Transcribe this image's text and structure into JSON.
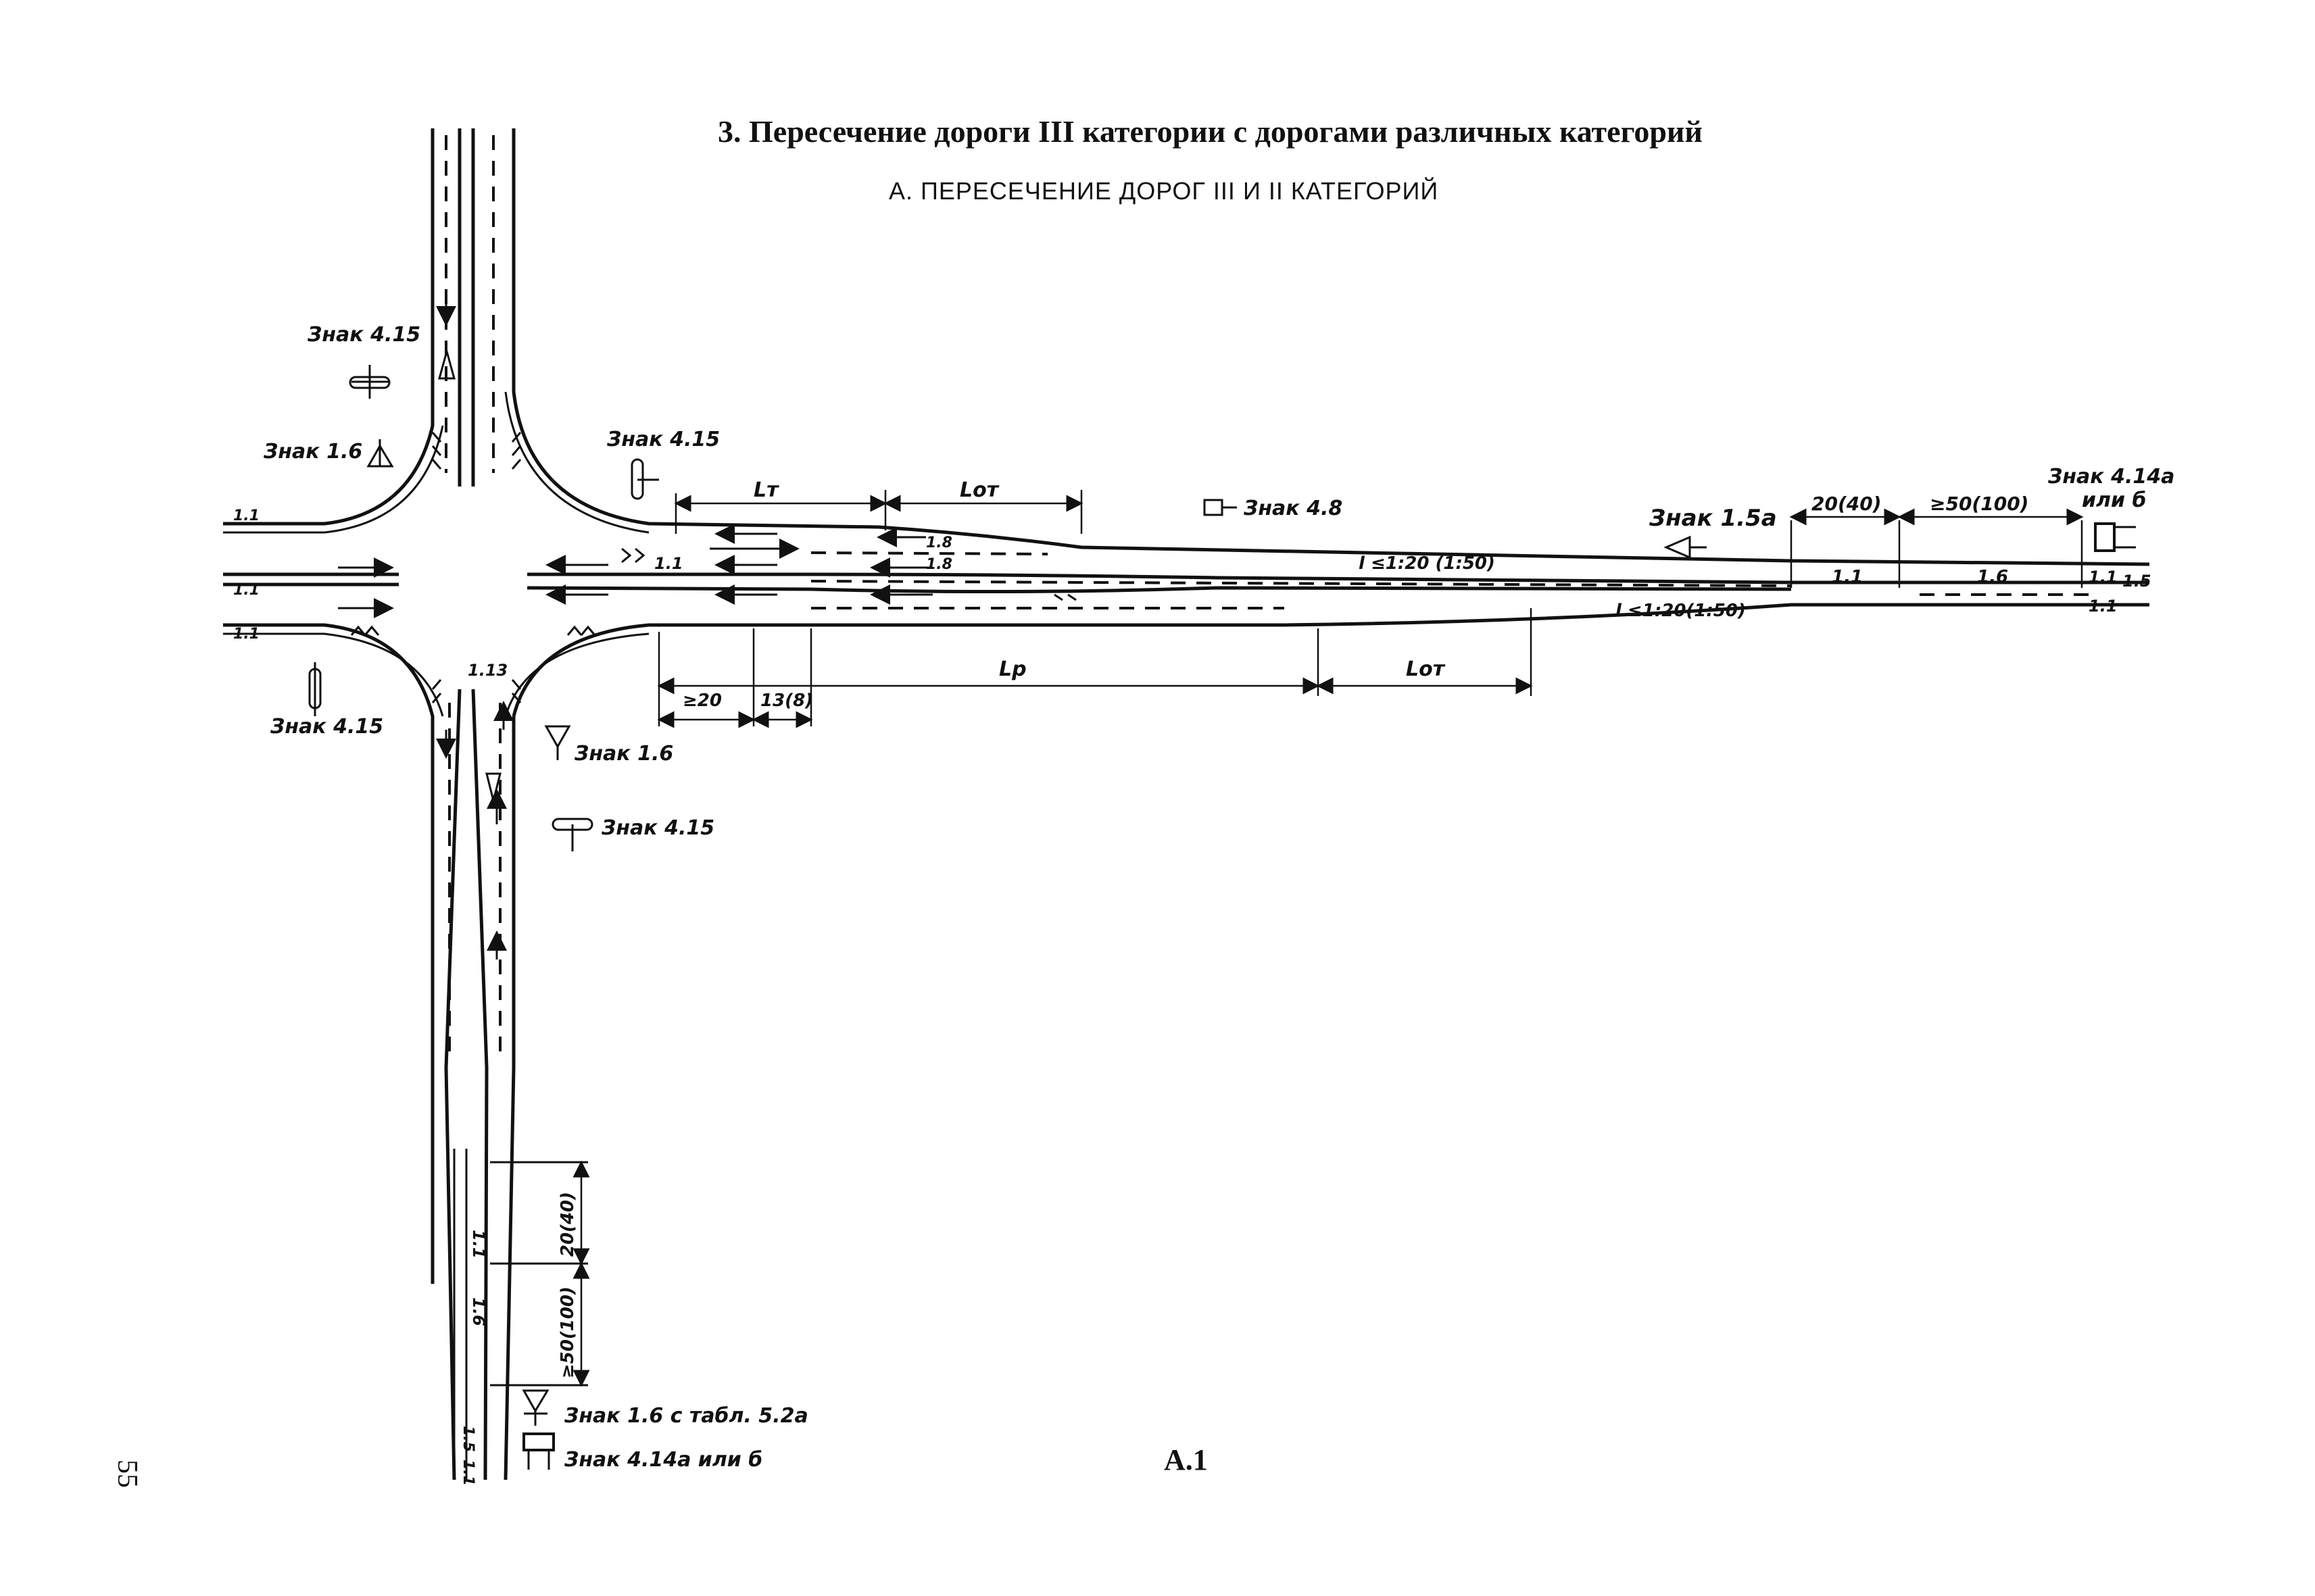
{
  "title": "3. Пересечение дороги III  категории с дорогами различных категорий",
  "subtitle": "А. ПЕРЕСЕЧЕНИЕ ДОРОГ III И II КАТЕГОРИЙ",
  "figure_label": "А.1",
  "page_number": "55",
  "signs": {
    "s415_top": "Знак 4.15",
    "s16_top": "Знак 1.6",
    "s415_right": "Знак 4.15",
    "s48": "Знак 4.8",
    "s15a": "Знак 1.5а",
    "s414_line1": "Знак 4.14а",
    "s414_line2": "или б",
    "s415_left_bottom": "Знак 4.15",
    "s16_bottom": "Знак 1.6",
    "s415_bottom": "Знак 4.15",
    "s16_tabl": "Знак 1.6 с табл. 5.2а",
    "s414_bottom": "Знак 4.14а или б"
  },
  "markings": {
    "m11_a": "1.1",
    "m11_b": "1.1",
    "m11_c": "1.1",
    "m11_d": "1.1",
    "m18_a": "1.8",
    "m18_b": "1.8",
    "m113": "1.13",
    "m11_e": "1.1",
    "m16_right": "1.6",
    "m11_f": "1.1",
    "m15_right": "1.5",
    "m11_g": "1.1",
    "m11_v": "1.1",
    "m16_v": "1.6",
    "m11_v2": "1.1",
    "m15_v": "1.5"
  },
  "dimensions": {
    "lt": "Lт",
    "lot_top": "Lот",
    "slope_top": "l ≤1:20 (1:50)",
    "slope_bottom": "l ≤1:20(1:50)",
    "d20_40": "20(40)",
    "d50_100": "≥50(100)",
    "d20": "≥20",
    "d13_8": "13(8)",
    "lp": "Lр",
    "lot_bottom": "Lот",
    "v20_40": "20(40)",
    "v50_100": "≥50(100)"
  }
}
